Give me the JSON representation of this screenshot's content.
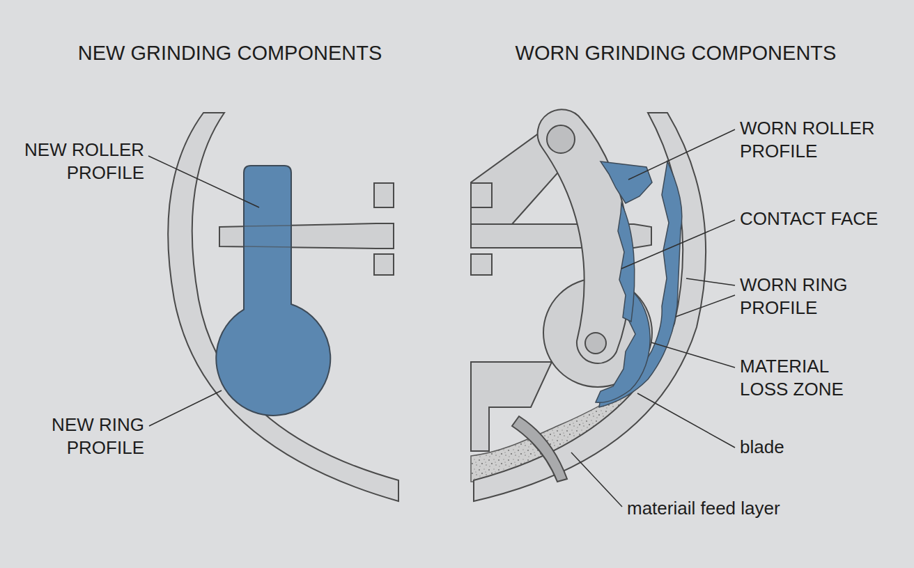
{
  "diagram": {
    "labels": [
      "NEW GRINDING COMPONENTS",
      "WORN GRINDING COMPONENTS",
      "NEW ROLLER PROFILE",
      "NEW RING PROFILE",
      "WORN ROLLER PROFILE",
      "CONTACT FACE",
      "WORN RING PROFILE",
      "MATERIAL LOSS ZONE",
      "blade",
      "materiail feed layer"
    ]
  }
}
